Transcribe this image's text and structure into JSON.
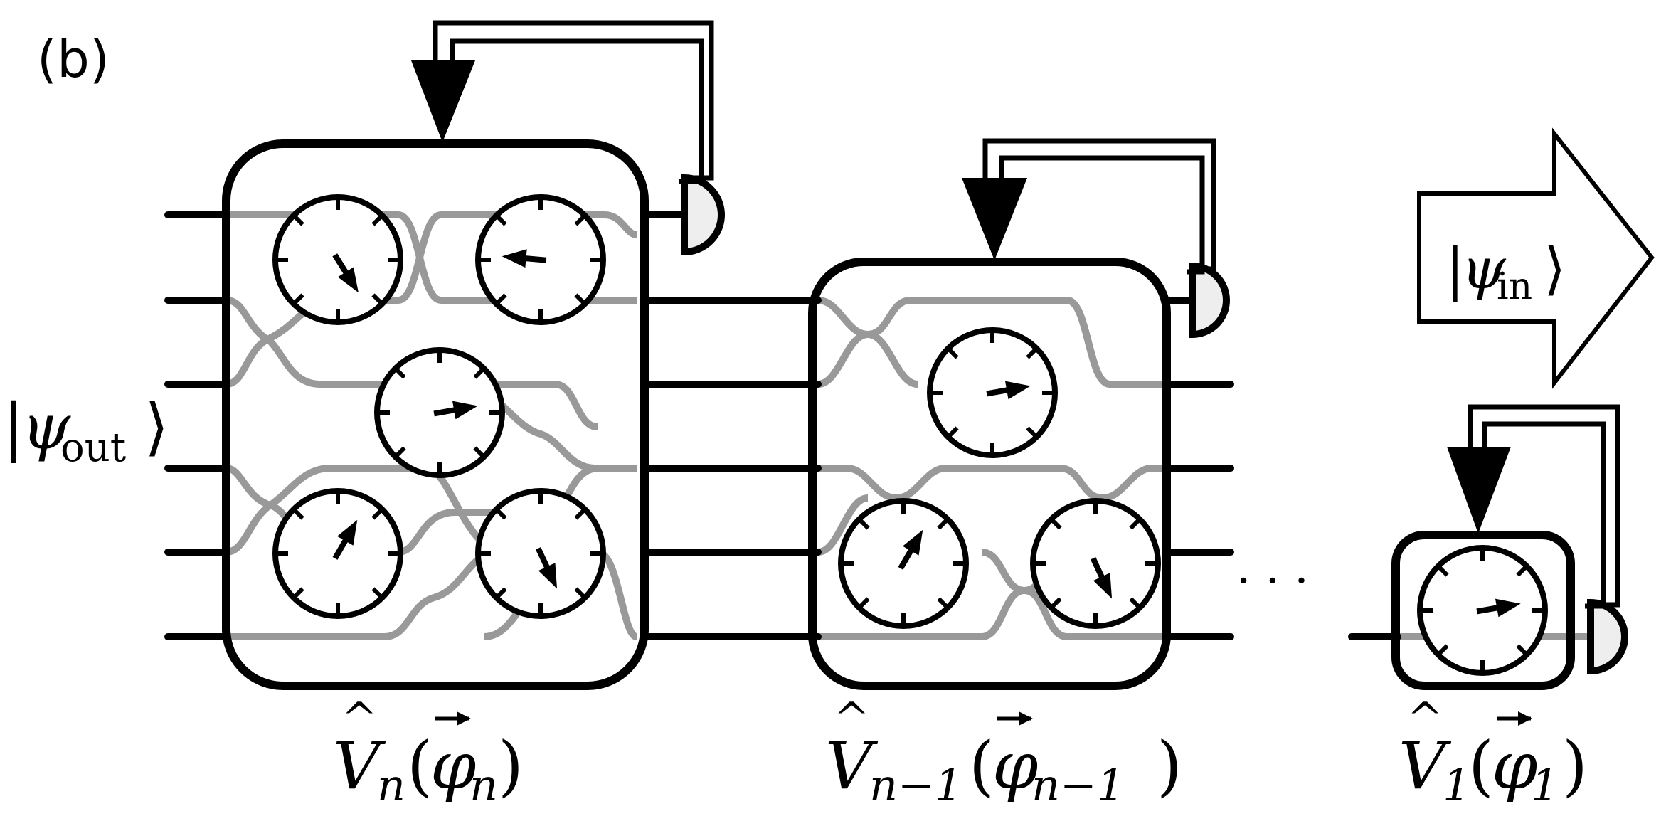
{
  "panel_label": "(b)",
  "state_out": {
    "open": "|",
    "symbol": "ψ",
    "sub": "out",
    "close": "⟩"
  },
  "state_in": {
    "open": "|",
    "symbol": "ψ",
    "sub": "in",
    "close": "⟩"
  },
  "ellipsis": "· · ·",
  "blocks": [
    {
      "id": "vn",
      "op": "V",
      "op_sub": "n",
      "arg": "φ",
      "arg_sub": "n"
    },
    {
      "id": "vn1",
      "op": "V",
      "op_sub": "n−1",
      "arg": "φ",
      "arg_sub": "n−1"
    },
    {
      "id": "v1",
      "op": "V",
      "op_sub": "1",
      "arg": "φ",
      "arg_sub": "1"
    }
  ],
  "colors": {
    "line": "#000000",
    "waveguide": "#999999",
    "detector_fill": "#eeeeee",
    "background": "#ffffff"
  }
}
